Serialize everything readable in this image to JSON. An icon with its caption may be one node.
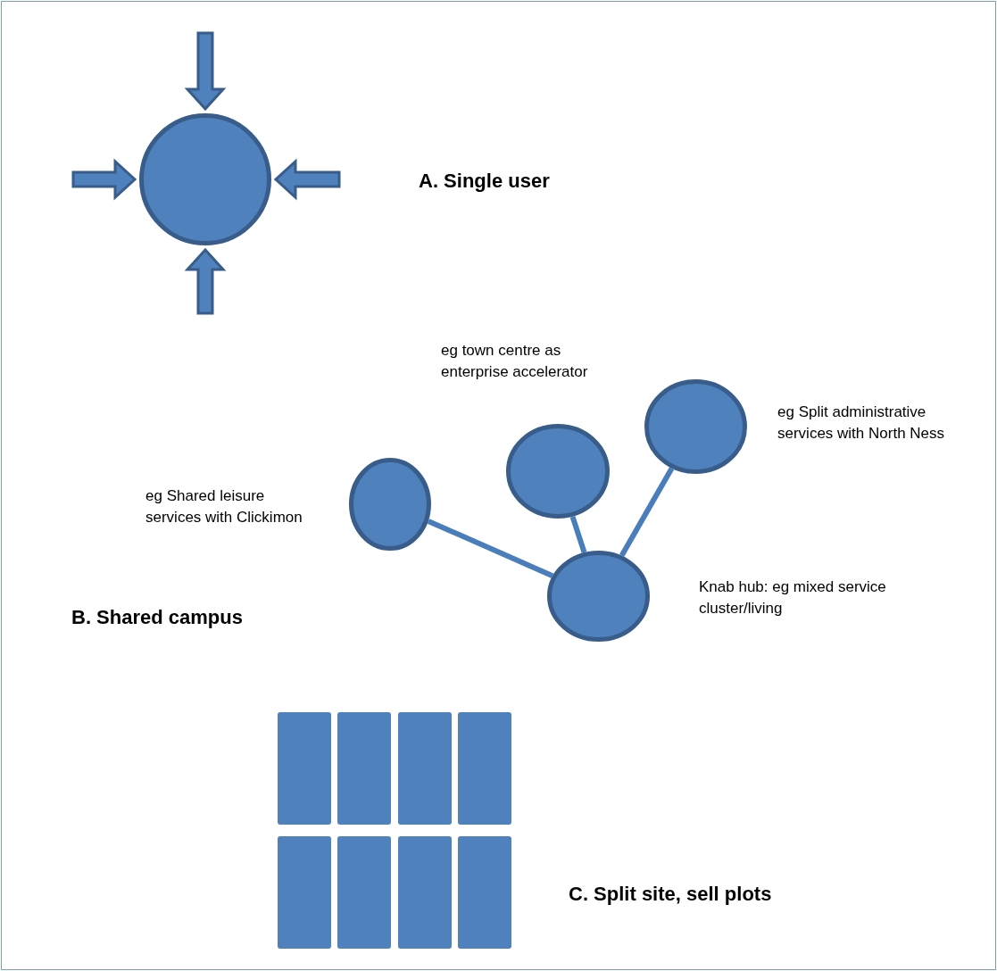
{
  "diagram": {
    "nodes": [
      {
        "text": [],
        "shape": "circle"
      },
      {
        "text": [],
        "shape": "circle",
        "beside": [
          "eg Shared leisure services with Clickimon"
        ]
      },
      {
        "text": [],
        "shape": "circle",
        "beside": [
          "eg town centre as enterprise accelerator"
        ]
      },
      {
        "text": [],
        "shape": "circle",
        "beside": [
          "eg Split administrative services with North Ness"
        ]
      },
      {
        "text": [],
        "shape": "circle",
        "beside": [
          "Knab hub: eg mixed service cluster/living"
        ]
      },
      {
        "text": [],
        "shape": "box"
      },
      {
        "text": [],
        "shape": "box"
      },
      {
        "text": [],
        "shape": "box"
      },
      {
        "text": [],
        "shape": "box"
      },
      {
        "text": [],
        "shape": "box"
      },
      {
        "text": [],
        "shape": "box"
      },
      {
        "text": [],
        "shape": "box"
      },
      {
        "text": [],
        "shape": "box"
      }
    ],
    "edges": [
      {
        "from": null,
        "to": 0,
        "arrow": "to"
      },
      {
        "from": null,
        "to": 0,
        "arrow": "to"
      },
      {
        "from": null,
        "to": 0,
        "arrow": "to"
      },
      {
        "from": null,
        "to": 0,
        "arrow": "to"
      },
      {
        "from": 1,
        "to": 4,
        "arrow": "none"
      },
      {
        "from": 2,
        "to": 4,
        "arrow": "none"
      },
      {
        "from": 3,
        "to": 4,
        "arrow": "none"
      }
    ],
    "labels": [
      "A. Single user",
      "B. Shared campus",
      "C. Split site, sell plots"
    ]
  }
}
